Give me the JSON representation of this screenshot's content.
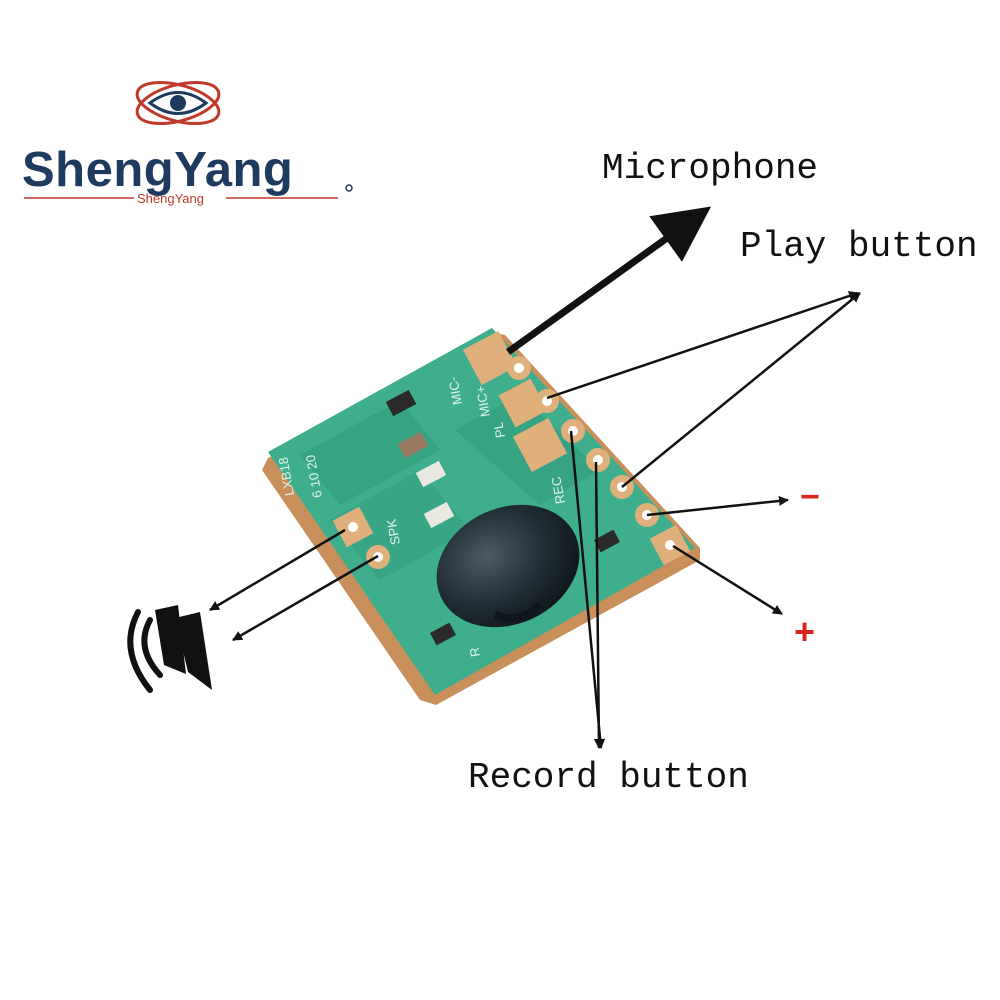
{
  "logo": {
    "brand": "ShengYang",
    "sub": "ShengYang"
  },
  "labels": {
    "microphone": "Microphone",
    "play": "Play button",
    "record": "Record button",
    "minus": "−",
    "plus": "+"
  },
  "board": {
    "model": "LXB18",
    "date": "6 10 20",
    "spk": "SPK",
    "mic_minus": "MIC-",
    "mic_plus": "MIC+",
    "pl": "PL",
    "rec": "REC",
    "r": "R"
  },
  "icons": {
    "logo": "eye-orbit-logo",
    "speaker": "speaker-icon"
  },
  "colors": {
    "brand": "#1e3a5f",
    "accent": "#c0392b",
    "pcb": "#3fae8c",
    "sign": "#d9261c"
  }
}
